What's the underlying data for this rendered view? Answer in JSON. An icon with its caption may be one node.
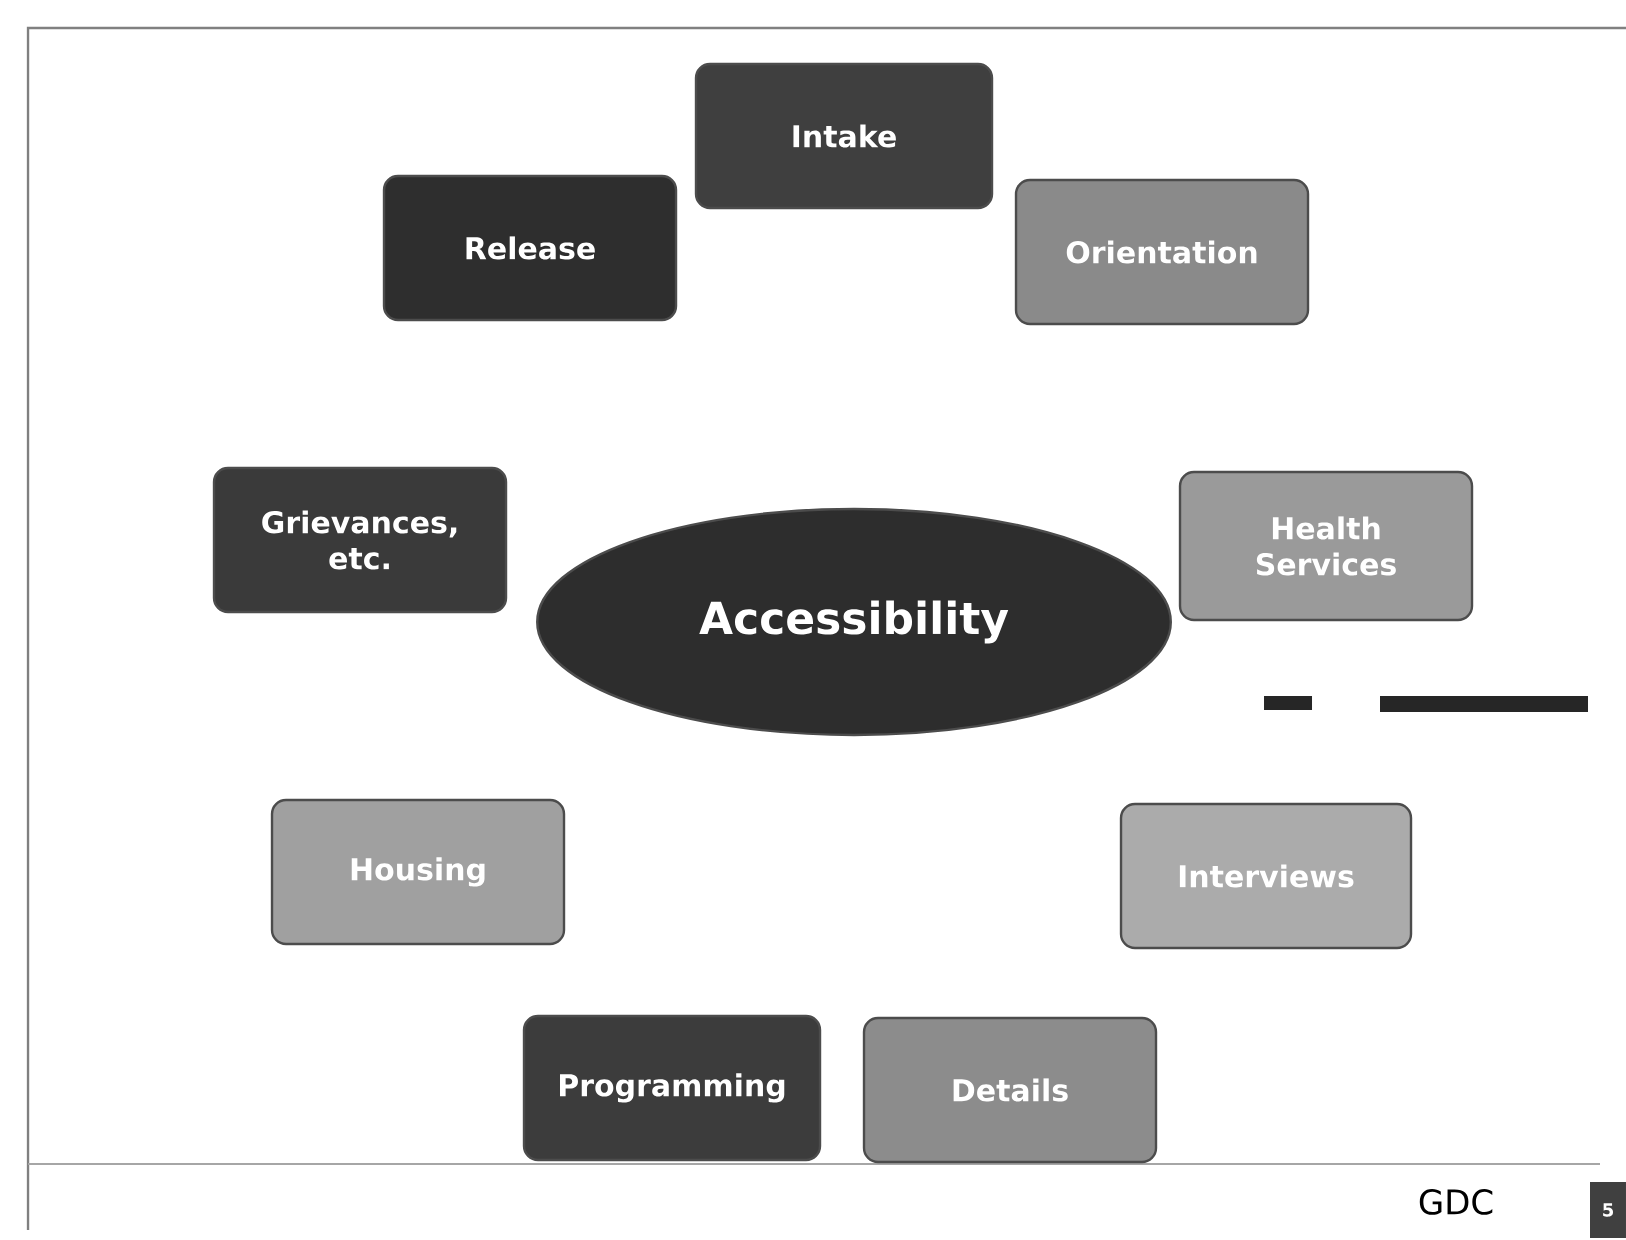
{
  "diagram": {
    "nodes": [
      {
        "text": [
          "Intake"
        ]
      },
      {
        "text": [
          "Release"
        ]
      },
      {
        "text": [
          "Orientation"
        ]
      },
      {
        "text": [
          "Grievances, etc."
        ]
      },
      {
        "text": [
          "Accessibility"
        ]
      },
      {
        "text": [
          "Health Services"
        ]
      },
      {
        "text": [
          "Housing"
        ]
      },
      {
        "text": [
          "Interviews"
        ]
      },
      {
        "text": [
          "Programming"
        ]
      },
      {
        "text": [
          "Details"
        ]
      }
    ],
    "labels": [
      "GDC",
      "5"
    ]
  }
}
